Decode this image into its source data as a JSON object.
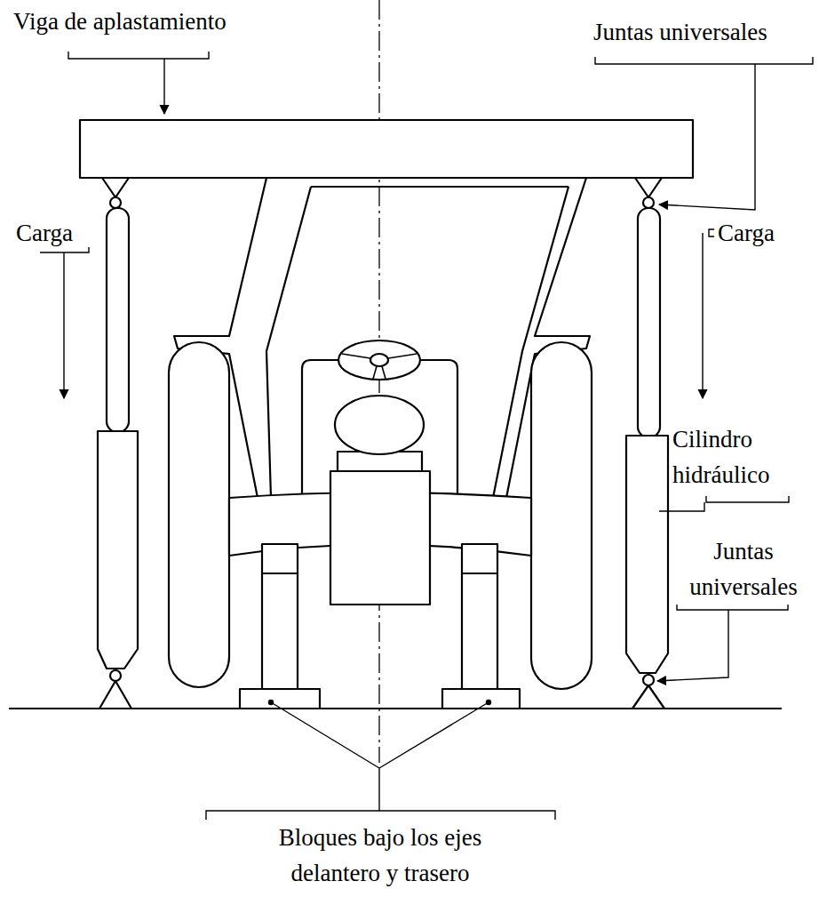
{
  "diagram": {
    "labels": [
      "Viga de aplastamiento",
      "Juntas universales",
      "Carga",
      "Carga",
      "Cilindro hidráulico",
      "Juntas universales",
      "Bloques bajo los ejes delantero y trasero"
    ]
  }
}
